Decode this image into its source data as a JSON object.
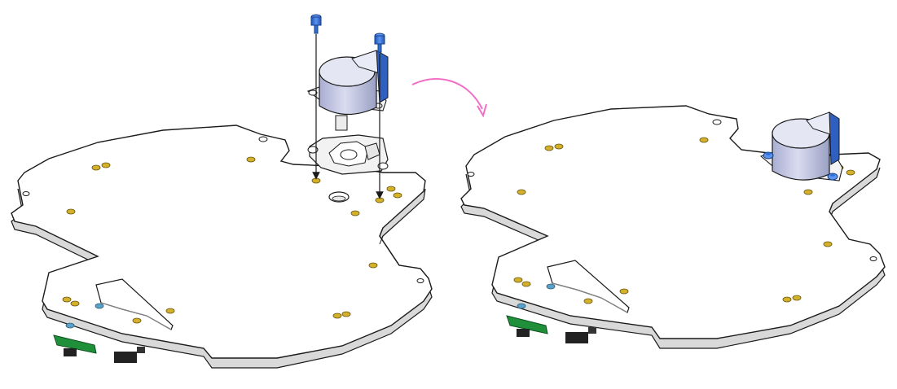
{
  "diagram": {
    "steps": [
      {
        "id": "before",
        "state": "exploded",
        "parts": [
          "servo-motor",
          "servo-bracket",
          "screw",
          "screw",
          "chassis-plate"
        ]
      },
      {
        "id": "after",
        "state": "assembled",
        "parts": [
          "servo-motor",
          "screw",
          "screw",
          "chassis-plate"
        ]
      }
    ],
    "colors": {
      "plate_top": "#ffffff",
      "plate_edge": "#d7d7d7",
      "outline": "#1a1a1a",
      "hole_gold": "#c9a520",
      "screw_blue": "#2f6fd1",
      "pcb_green": "#1f8f3a",
      "motor_body": "#c4c9e3",
      "motor_shadow": "#9aa0c4",
      "motor_tab_blue": "#2f5fbf",
      "arrow_pink": "#f26ec6"
    },
    "icons": [
      "curved-arrow-icon",
      "screw-icon",
      "servo-motor-icon"
    ]
  }
}
